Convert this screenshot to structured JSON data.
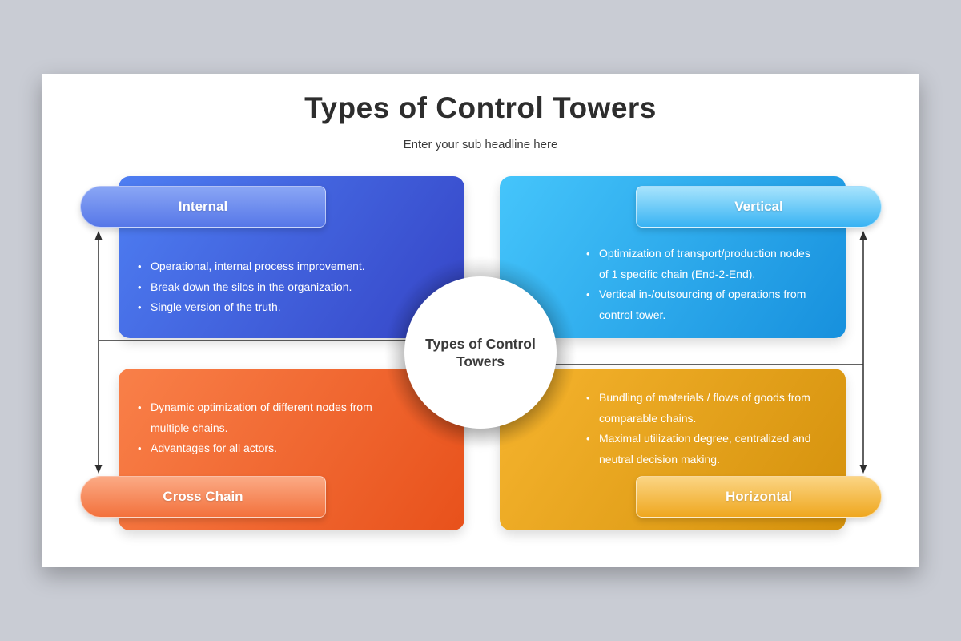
{
  "page": {
    "background": "#c9ccd4"
  },
  "slide": {
    "title": "Types of Control Towers",
    "subtitle": "Enter your sub headline here"
  },
  "center": {
    "label": "Types of Control Towers"
  },
  "quadrants": {
    "internal": {
      "label": "Internal",
      "bullets": [
        "Operational, internal process improvement.",
        "Break down the silos in the organization.",
        "Single version of the truth."
      ],
      "colors": {
        "card_from": "#4e7ef2",
        "card_to": "#3544c6",
        "pill_from": "#8aa6f5",
        "pill_to": "#5677e8"
      }
    },
    "vertical": {
      "label": "Vertical",
      "bullets": [
        "Optimization of transport/production nodes of 1 specific chain (End-2-End).",
        "Vertical in-/outsourcing of operations from control tower."
      ],
      "colors": {
        "card_from": "#45c5fb",
        "card_to": "#1790dd",
        "pill_from": "#a8e4fd",
        "pill_to": "#38b3f3"
      }
    },
    "cross_chain": {
      "label": "Cross Chain",
      "bullets": [
        "Dynamic optimization of different nodes from multiple chains.",
        "Advantages for all actors."
      ],
      "colors": {
        "card_from": "#f98049",
        "card_to": "#e8511b",
        "pill_from": "#fbaa85",
        "pill_to": "#f3713c"
      }
    },
    "horizontal": {
      "label": "Horizontal",
      "bullets": [
        "Bundling of materials / flows of goods from comparable chains.",
        "Maximal utilization degree, centralized and neutral decision making."
      ],
      "colors": {
        "card_from": "#f6b42e",
        "card_to": "#d4910c",
        "pill_from": "#fbd584",
        "pill_to": "#efa71f"
      }
    }
  },
  "arrows": {
    "color": "#2e2e2e"
  }
}
